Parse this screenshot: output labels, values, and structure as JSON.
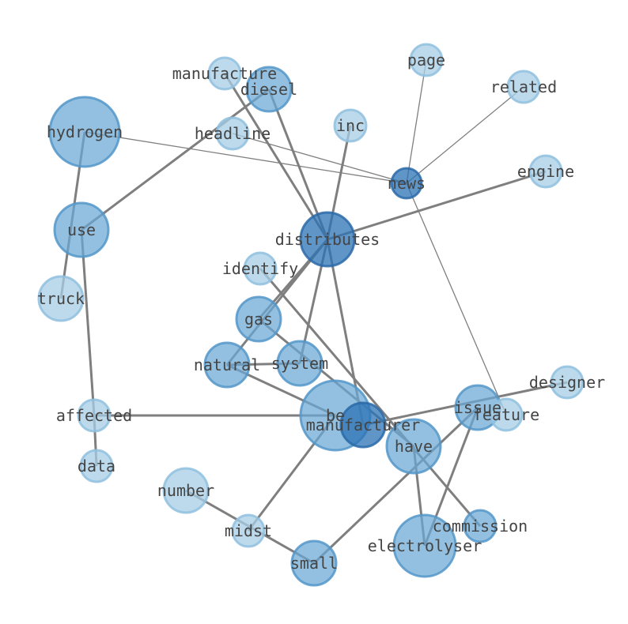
{
  "palette": {
    "light": "#a6cde6",
    "light_stroke": "#8fbfdf",
    "mid": "#6aa8d4",
    "mid_stroke": "#5497c9",
    "dark": "#2b72b5",
    "dark_stroke": "#2a6aa8",
    "edge": "#7f7f7f",
    "text": "#444444"
  },
  "nodes": [
    {
      "id": "manufacture",
      "label": "manufacture",
      "shade": "light"
    },
    {
      "id": "diesel",
      "label": "diesel",
      "shade": "mid"
    },
    {
      "id": "page",
      "label": "page",
      "shade": "light"
    },
    {
      "id": "related",
      "label": "related",
      "shade": "light"
    },
    {
      "id": "hydrogen",
      "label": "hydrogen",
      "shade": "mid"
    },
    {
      "id": "headline",
      "label": "headline",
      "shade": "light"
    },
    {
      "id": "inc",
      "label": "inc",
      "shade": "light"
    },
    {
      "id": "news",
      "label": "news",
      "shade": "dark"
    },
    {
      "id": "engine",
      "label": "engine",
      "shade": "light"
    },
    {
      "id": "use",
      "label": "use",
      "shade": "mid"
    },
    {
      "id": "distributes",
      "label": "distributes",
      "shade": "dark"
    },
    {
      "id": "identify",
      "label": "identify",
      "shade": "light"
    },
    {
      "id": "truck",
      "label": "truck",
      "shade": "light"
    },
    {
      "id": "gas",
      "label": "gas",
      "shade": "mid"
    },
    {
      "id": "natural",
      "label": "natural",
      "shade": "mid"
    },
    {
      "id": "system",
      "label": "system",
      "shade": "mid"
    },
    {
      "id": "designer",
      "label": "designer",
      "shade": "light"
    },
    {
      "id": "issue",
      "label": "issue",
      "shade": "mid"
    },
    {
      "id": "feature",
      "label": "feature",
      "shade": "light"
    },
    {
      "id": "affected",
      "label": "affected",
      "shade": "light"
    },
    {
      "id": "be",
      "label": "be",
      "shade": "mid"
    },
    {
      "id": "manufacturer",
      "label": "manufacturer",
      "shade": "dark"
    },
    {
      "id": "have",
      "label": "have",
      "shade": "mid"
    },
    {
      "id": "data",
      "label": "data",
      "shade": "light"
    },
    {
      "id": "number",
      "label": "number",
      "shade": "light"
    },
    {
      "id": "midst",
      "label": "midst",
      "shade": "light"
    },
    {
      "id": "commission",
      "label": "commission",
      "shade": "mid"
    },
    {
      "id": "electrolyser",
      "label": "electrolyser",
      "shade": "mid"
    },
    {
      "id": "small",
      "label": "small",
      "shade": "mid"
    }
  ],
  "edges": [
    {
      "source": "manufacture",
      "target": "distributes",
      "weight": "heavy"
    },
    {
      "source": "diesel",
      "target": "distributes",
      "weight": "heavy"
    },
    {
      "source": "diesel",
      "target": "use",
      "weight": "heavy"
    },
    {
      "source": "page",
      "target": "news",
      "weight": "light"
    },
    {
      "source": "related",
      "target": "news",
      "weight": "light"
    },
    {
      "source": "hydrogen",
      "target": "news",
      "weight": "light"
    },
    {
      "source": "headline",
      "target": "news",
      "weight": "light"
    },
    {
      "source": "news",
      "target": "feature",
      "weight": "light"
    },
    {
      "source": "inc",
      "target": "distributes",
      "weight": "heavy"
    },
    {
      "source": "engine",
      "target": "distributes",
      "weight": "heavy"
    },
    {
      "source": "hydrogen",
      "target": "truck",
      "weight": "heavy"
    },
    {
      "source": "use",
      "target": "affected",
      "weight": "heavy"
    },
    {
      "source": "distributes",
      "target": "gas",
      "weight": "heavy"
    },
    {
      "source": "distributes",
      "target": "natural",
      "weight": "heavy"
    },
    {
      "source": "distributes",
      "target": "system",
      "weight": "heavy"
    },
    {
      "source": "distributes",
      "target": "manufacturer",
      "weight": "heavy"
    },
    {
      "source": "identify",
      "target": "commission",
      "weight": "heavy"
    },
    {
      "source": "gas",
      "target": "have",
      "weight": "heavy"
    },
    {
      "source": "natural",
      "target": "system",
      "weight": "heavy"
    },
    {
      "source": "natural",
      "target": "be",
      "weight": "heavy"
    },
    {
      "source": "affected",
      "target": "be",
      "weight": "heavy"
    },
    {
      "source": "affected",
      "target": "data",
      "weight": "heavy"
    },
    {
      "source": "manufacturer",
      "target": "designer",
      "weight": "heavy"
    },
    {
      "source": "issue",
      "target": "small",
      "weight": "heavy"
    },
    {
      "source": "issue",
      "target": "electrolyser",
      "weight": "heavy"
    },
    {
      "source": "be",
      "target": "midst",
      "weight": "heavy"
    },
    {
      "source": "number",
      "target": "small",
      "weight": "heavy"
    },
    {
      "source": "have",
      "target": "electrolyser",
      "weight": "heavy"
    }
  ]
}
